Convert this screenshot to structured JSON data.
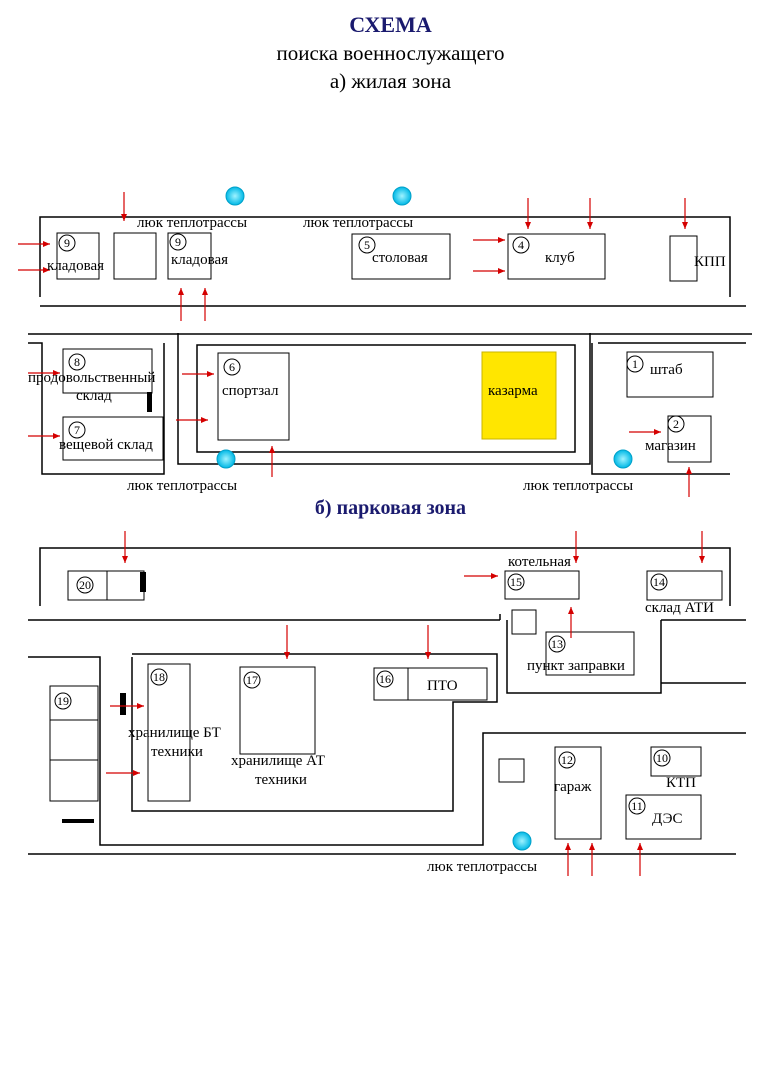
{
  "title": {
    "heading": "СХЕМА",
    "subtitle": "поиска военнослужащего",
    "zone_a": "а) жилая зона",
    "zone_b": "б) парковая зона"
  },
  "colors": {
    "arrow": "#d40000",
    "hatch": "#00b8e6",
    "barracks": "#ffe600",
    "wall": "#000000"
  },
  "labels": {
    "hatch": "люк теплотрассы",
    "storage": "кладовая",
    "canteen": "столовая",
    "club": "клуб",
    "checkpoint": "КПП",
    "food_1": "продовольственный",
    "food_2": "склад",
    "clothing": "вещевой склад",
    "gym": "спортзал",
    "barracks": "казарма",
    "hq": "штаб",
    "shop": "магазин",
    "boiler": "котельная",
    "ati": "склад АТИ",
    "fuel": "пункт заправки",
    "bt_1": "хранилище БТ",
    "bt_2": "техники",
    "at_1": "хранилище АТ",
    "at_2": "техники",
    "pto": "ПТО",
    "ktp": "КТП",
    "garage": "гараж",
    "des": "ДЭС"
  },
  "numbers": {
    "n1": "1",
    "n2": "2",
    "n4": "4",
    "n5": "5",
    "n6": "6",
    "n7": "7",
    "n8": "8",
    "n9": "9",
    "n10": "10",
    "n11": "11",
    "n12": "12",
    "n13": "13",
    "n14": "14",
    "n15": "15",
    "n16": "16",
    "n17": "17",
    "n18": "18",
    "n19": "19",
    "n20": "20"
  }
}
